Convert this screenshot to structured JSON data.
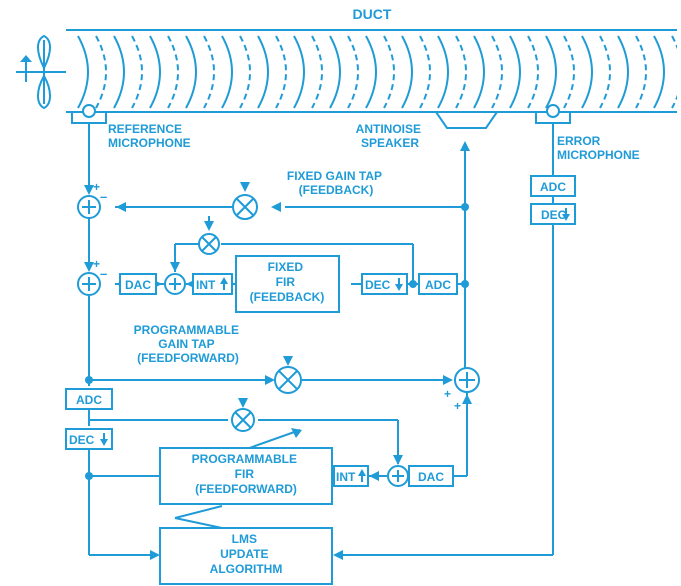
{
  "title": "DUCT",
  "labels": {
    "reference_microphone": [
      "REFERENCE",
      "MICROPHONE"
    ],
    "antinoise_speaker": [
      "ANTINOISE",
      "SPEAKER"
    ],
    "error_microphone": [
      "ERROR",
      "MICROPHONE"
    ],
    "fixed_gain_tap": [
      "FIXED GAIN TAP",
      "(FEEDBACK)"
    ],
    "programmable_gain_tap": [
      "PROGRAMMABLE",
      "GAIN TAP",
      "(FEEDFORWARD)"
    ]
  },
  "blocks": {
    "fixed_fir": [
      "FIXED",
      "FIR",
      "(FEEDBACK)"
    ],
    "programmable_fir": [
      "PROGRAMMABLE",
      "FIR",
      "(FEEDFORWARD)"
    ],
    "lms": [
      "LMS",
      "UPDATE",
      "ALGORITHM"
    ],
    "adc": "ADC",
    "dac": "DAC",
    "dec": "DEC",
    "int": "INT"
  },
  "signs": {
    "plus": "+",
    "minus": "–"
  },
  "colors": {
    "accent": "#1f9bd7",
    "background": "#ffffff"
  }
}
